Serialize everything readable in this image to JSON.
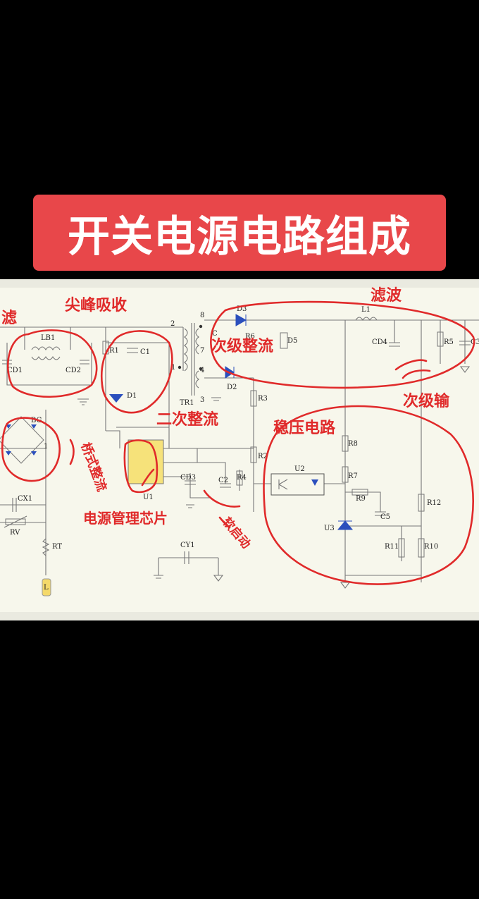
{
  "title": "开关电源电路组成",
  "annotations": {
    "filter_left": "滤",
    "spike_absorb": "尖峰吸收",
    "filter_right": "滤波",
    "secondary_rect_top": "次级整流",
    "secondary_out": "次级输",
    "bridge_rect": "桥式整流",
    "secondary_rect_mid": "二次整流",
    "regulator": "稳压电路",
    "pm_chip": "电源管理芯片",
    "soft_start": "软启动"
  },
  "components": {
    "lb1": "LB1",
    "cd1": "CD1",
    "cd2": "CD2",
    "r1": "R1",
    "c1": "C1",
    "d1": "D1",
    "tr1": "TR1",
    "d3": "D3",
    "d2": "D2",
    "d5": "D5",
    "r6": "R6",
    "c_top": "C",
    "l1": "L1",
    "cd4": "CD4",
    "r5": "R5",
    "c3": "C3",
    "r3": "R3",
    "r2": "R2",
    "bg": "BG",
    "u1": "U1",
    "cd3": "CD3",
    "c2": "C2",
    "r4": "R4",
    "u2": "U2",
    "r8": "R8",
    "r7": "R7",
    "r9": "R9",
    "c5": "C5",
    "r12": "R12",
    "u3": "U3",
    "r11": "R11",
    "r10": "R10",
    "cx1": "CX1",
    "rv": "RV",
    "rt": "RT",
    "cy1": "CY1",
    "pin2": "2",
    "pin8": "8",
    "pin7": "7",
    "pin4": "4",
    "pin3": "3",
    "pin1": "1",
    "pin_bg": "1",
    "fuse_tag": "L"
  }
}
